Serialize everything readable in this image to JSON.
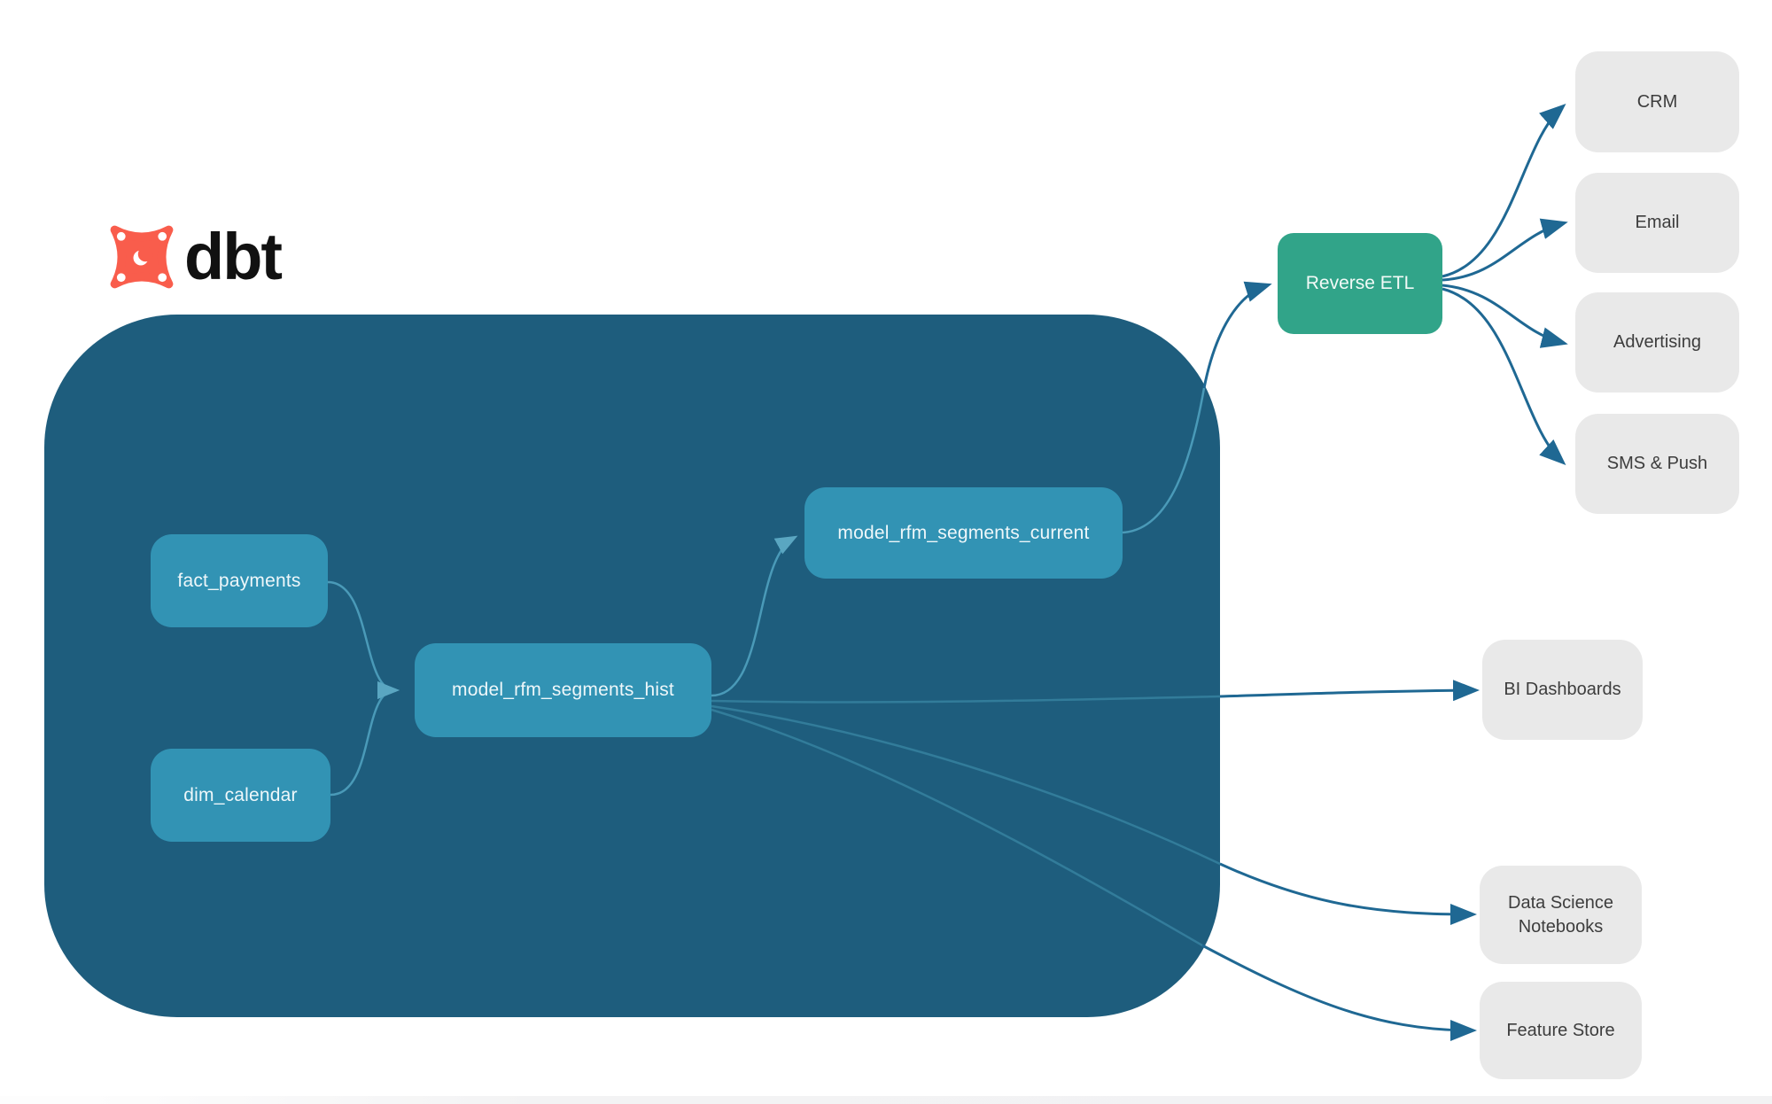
{
  "logo": {
    "text": "dbt"
  },
  "nodes": {
    "fact_payments": {
      "label": "fact_payments"
    },
    "dim_calendar": {
      "label": "dim_calendar"
    },
    "model_rfm_segments_hist": {
      "label": "model_rfm_segments_hist"
    },
    "model_rfm_segments_current": {
      "label": "model_rfm_segments_current"
    }
  },
  "reverse_etl": {
    "label": "Reverse ETL"
  },
  "destinations": {
    "crm": {
      "label": "CRM"
    },
    "email": {
      "label": "Email"
    },
    "advertising": {
      "label": "Advertising"
    },
    "sms_push": {
      "label": "SMS & Push"
    },
    "bi_dashboards": {
      "label": "BI Dashboards"
    },
    "data_science_notebooks": {
      "label": "Data Science Notebooks"
    },
    "feature_store": {
      "label": "Feature Store"
    }
  },
  "edges": [
    {
      "from": "fact_payments",
      "to": "model_rfm_segments_hist"
    },
    {
      "from": "dim_calendar",
      "to": "model_rfm_segments_hist"
    },
    {
      "from": "model_rfm_segments_hist",
      "to": "model_rfm_segments_current"
    },
    {
      "from": "model_rfm_segments_current",
      "to": "Reverse ETL"
    },
    {
      "from": "Reverse ETL",
      "to": "CRM"
    },
    {
      "from": "Reverse ETL",
      "to": "Email"
    },
    {
      "from": "Reverse ETL",
      "to": "Advertising"
    },
    {
      "from": "Reverse ETL",
      "to": "SMS & Push"
    },
    {
      "from": "model_rfm_segments_hist",
      "to": "BI Dashboards"
    },
    {
      "from": "model_rfm_segments_hist",
      "to": "Data Science Notebooks"
    },
    {
      "from": "model_rfm_segments_hist",
      "to": "Feature Store"
    }
  ],
  "colors": {
    "warehouse_bg": "#1e5d7d",
    "node_bg": "#3293b4",
    "reverse_etl_bg": "#31a489",
    "destination_bg": "#e9e9e9",
    "destination_text": "#3d3d3d",
    "arrow_dark": "#1f6893",
    "arrow_light_inner": "#4a9ab8",
    "arrow_faint_inner": "#35809e",
    "logo_orange": "#f95d4c",
    "logo_text": "#111111"
  }
}
